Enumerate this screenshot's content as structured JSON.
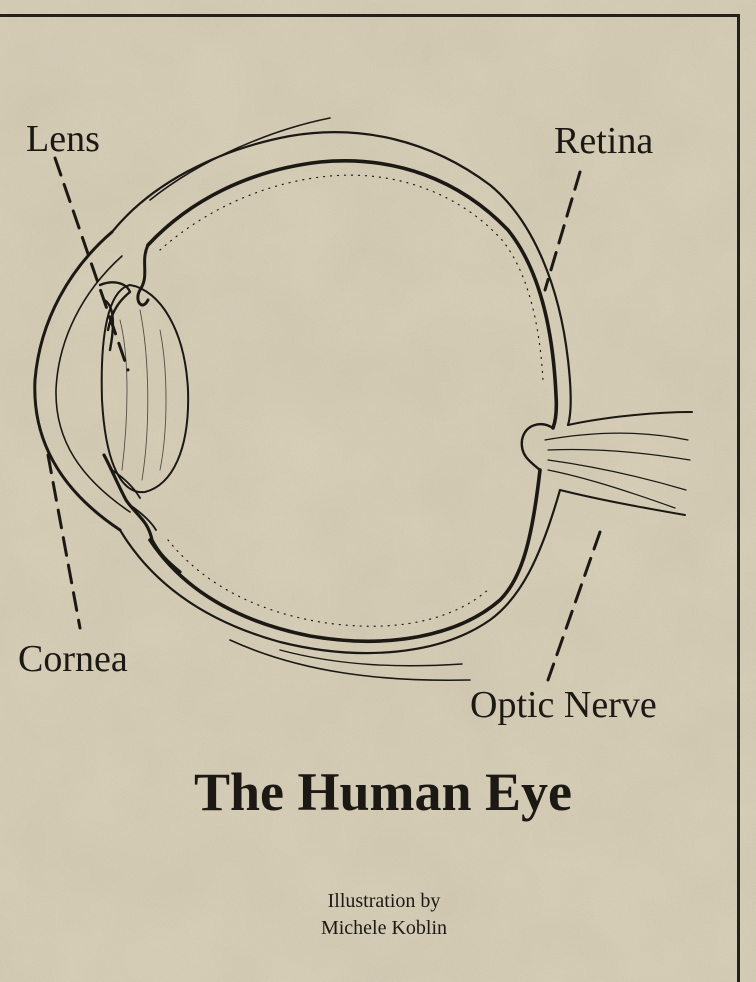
{
  "labels": {
    "lens": "Lens",
    "retina": "Retina",
    "cornea": "Cornea",
    "optic_nerve": "Optic Nerve"
  },
  "title": "The Human Eye",
  "credit": {
    "line1": "Illustration by",
    "line2": "Michele Koblin"
  },
  "colors": {
    "paper": "#ddd5bd",
    "ink": "#1c1915"
  }
}
